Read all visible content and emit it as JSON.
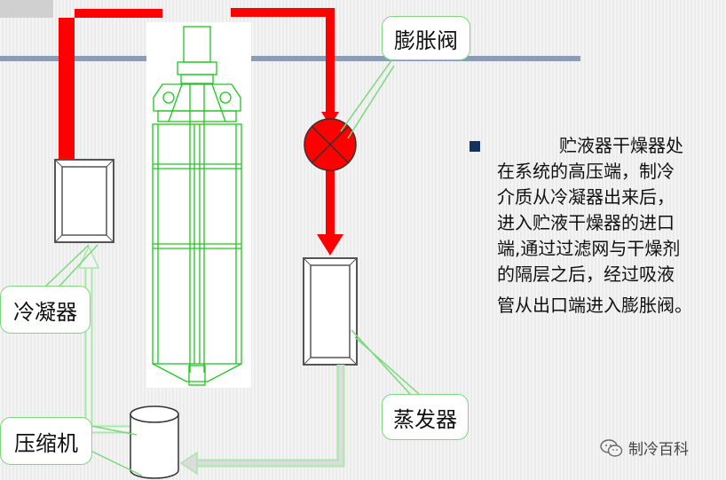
{
  "labels": {
    "expansion_valve": "膨胀阀",
    "condenser": "冷凝器",
    "compressor": "压缩机",
    "evaporator": "蒸发器"
  },
  "description": {
    "lines": [
      "贮液器干燥器处",
      "在系统的高压端，制冷",
      "介质从冷凝器出来后，",
      "进入贮液干燥器的进口",
      "端,通过过滤网与干燥剂",
      "的隔层之后，经过吸液",
      "管从出口端进入膨胀阀。"
    ]
  },
  "watermark": {
    "text": "制冷百科",
    "icon": "wechat-icon"
  },
  "colors": {
    "high_pressure_line": "#ff0000",
    "low_pressure_line": "#a8e8a8",
    "drawing": "#1ec51e",
    "rule": "#8b9bb8",
    "bullet": "#13335e"
  }
}
